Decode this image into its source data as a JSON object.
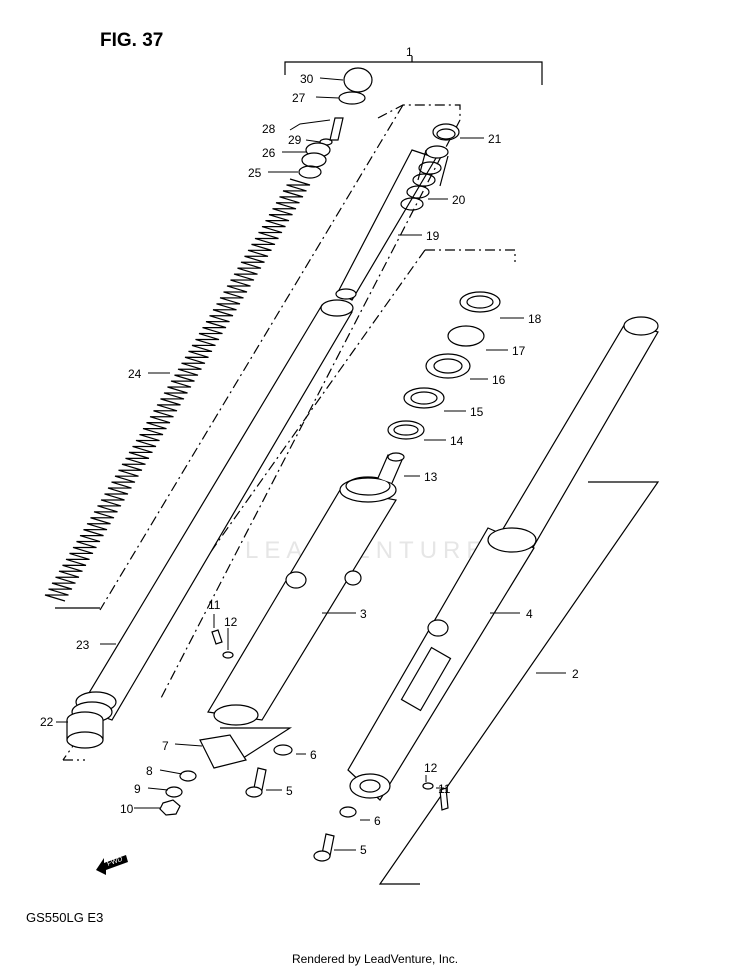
{
  "figure_label": "FIG. 37",
  "model_code": "GS550LG  E3",
  "footer": "Rendered by LeadVenture, Inc.",
  "watermark": "LEADVENTURE",
  "fwd_label": "FWD",
  "callouts": [
    "1",
    "2",
    "3",
    "4",
    "5",
    "5",
    "6",
    "6",
    "7",
    "8",
    "9",
    "10",
    "11",
    "11",
    "12",
    "12",
    "13",
    "14",
    "15",
    "16",
    "17",
    "18",
    "19",
    "20",
    "21",
    "22",
    "23",
    "24",
    "25",
    "26",
    "27",
    "28",
    "29",
    "30"
  ]
}
